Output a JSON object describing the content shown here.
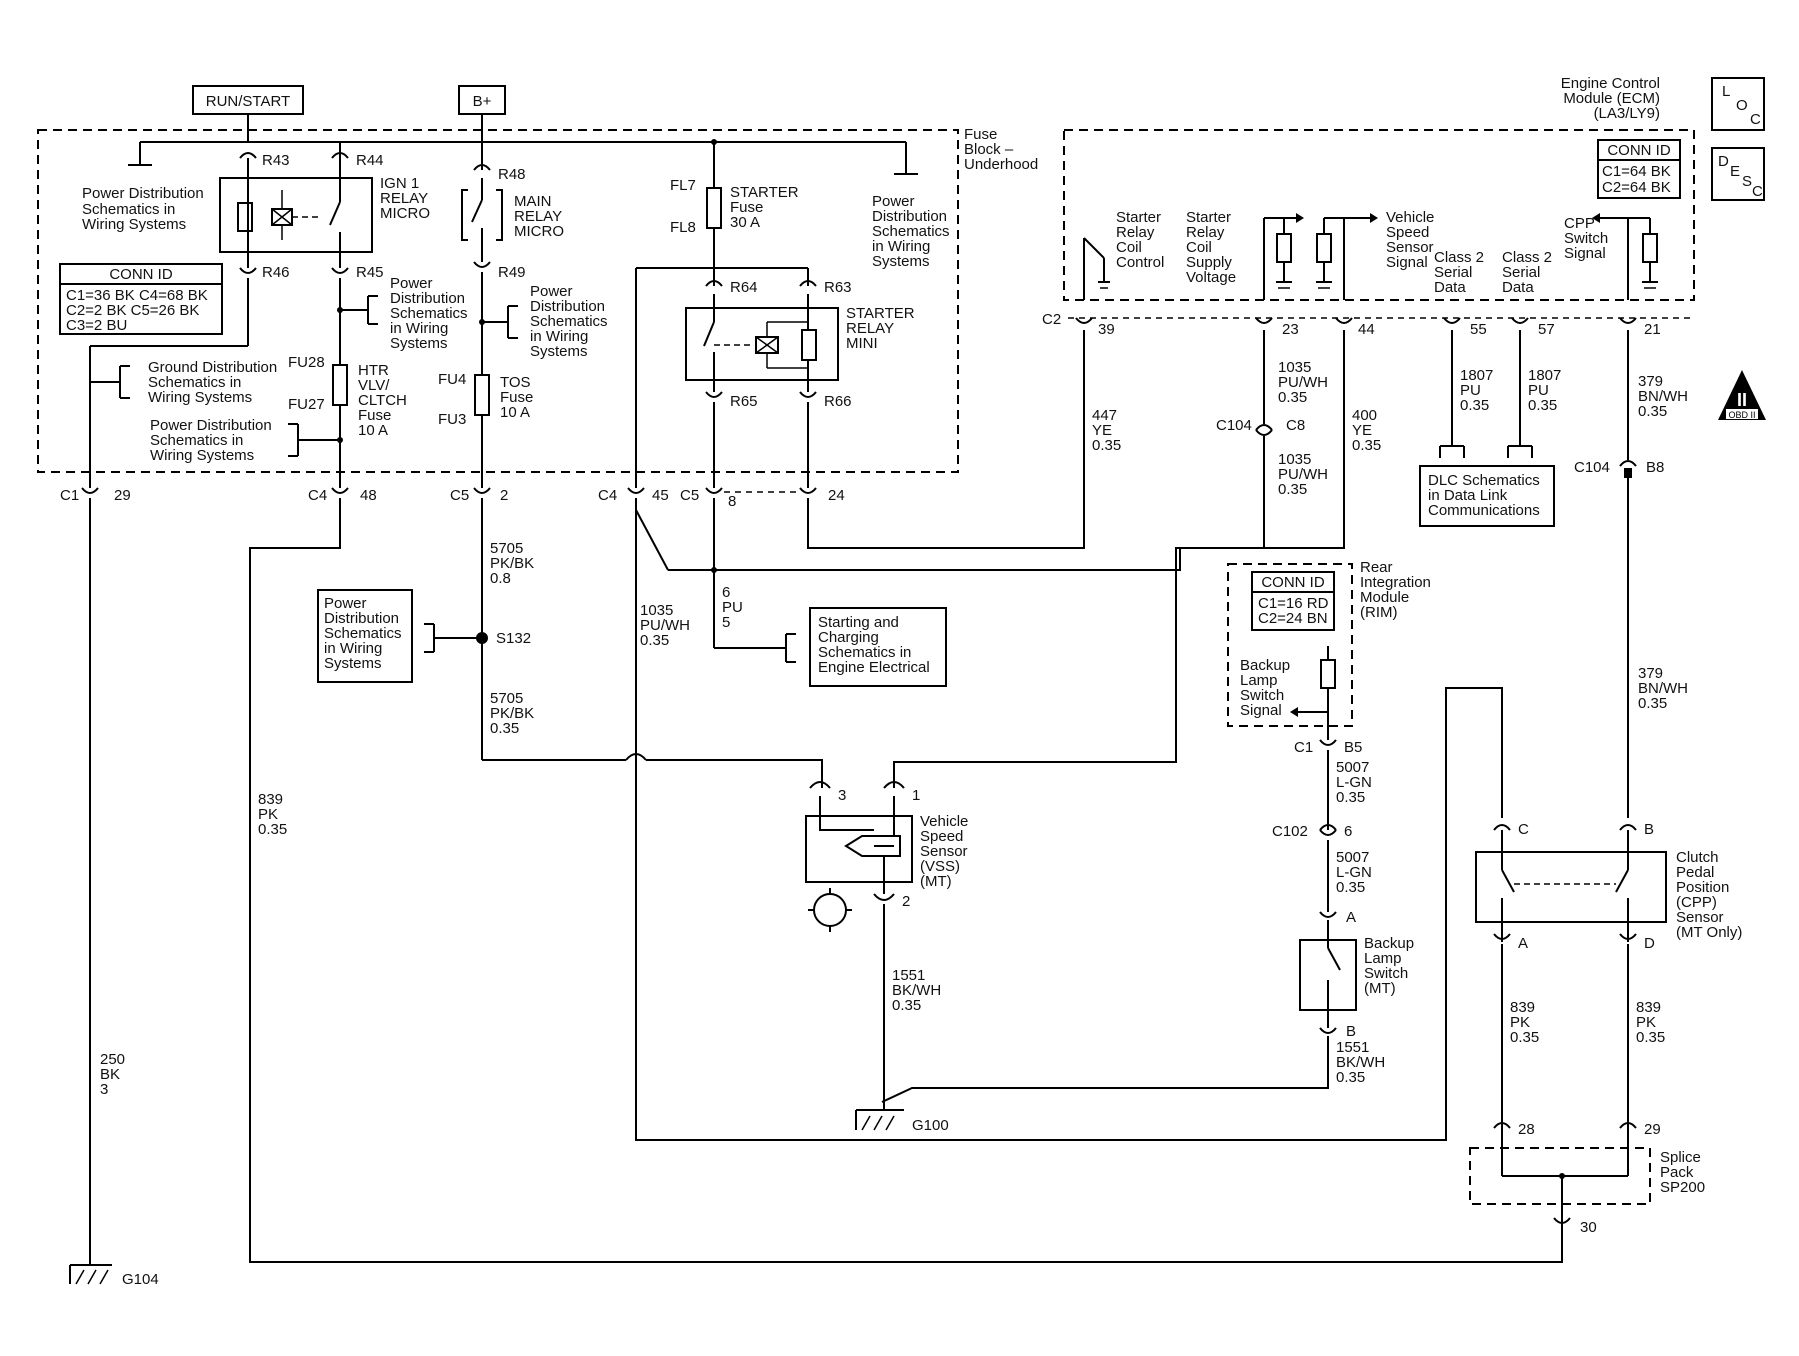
{
  "power_labels": {
    "run_start": "RUN/START",
    "bplus": "B+"
  },
  "fuse_block": {
    "title": [
      "Fuse",
      "Block –",
      "Underhood"
    ],
    "pins": {
      "r43": "R43",
      "r44": "R44",
      "r46": "R46",
      "r45": "R45",
      "r48": "R48",
      "r49": "R49",
      "r64": "R64",
      "r63": "R63",
      "r65": "R65",
      "r66": "R66",
      "fl7": "FL7",
      "fl8": "FL8",
      "fu28": "FU28",
      "fu27": "FU27",
      "fu4": "FU4",
      "fu3": "FU3"
    },
    "ign_relay": [
      "IGN 1",
      "RELAY",
      "MICRO"
    ],
    "main_relay": [
      "MAIN",
      "RELAY",
      "MICRO"
    ],
    "starter_fuse": [
      "STARTER",
      "Fuse",
      "30 A"
    ],
    "starter_relay": [
      "STARTER",
      "RELAY",
      "MINI"
    ],
    "htr_fuse": [
      "HTR",
      "VLV/",
      "CLTCH",
      "Fuse",
      "10 A"
    ],
    "tos_fuse": [
      "TOS",
      "Fuse",
      "10 A"
    ],
    "conn_id": {
      "title": "CONN ID",
      "rows": [
        "C1=36 BK  C4=68 BK",
        "C2=2 BK   C5=26 BK",
        "C3=2 BU"
      ]
    }
  },
  "refs": {
    "pd_top_left": [
      "Power Distribution",
      "Schematics in",
      "Wiring Systems"
    ],
    "pd_right": [
      "Power",
      "Distribution",
      "Schematics",
      "in Wiring",
      "Systems"
    ],
    "pd_mid": [
      "Power",
      "Distribution",
      "Schematics",
      "in Wiring",
      "Systems"
    ],
    "pd_main": [
      "Power",
      "Distribution",
      "Schematics",
      "in Wiring",
      "Systems"
    ],
    "ground_dist": [
      "Ground Distribution",
      "Schematics in",
      "Wiring Systems"
    ],
    "pd_lower": [
      "Power Distribution",
      "Schematics in",
      "Wiring Systems"
    ],
    "pd_s132": [
      "Power",
      "Distribution",
      "Schematics",
      "in Wiring",
      "Systems"
    ],
    "starting": [
      "Starting and",
      "Charging",
      "Schematics in",
      "Engine Electrical"
    ],
    "dlc": [
      "DLC Schematics",
      "in Data Link",
      "Communications"
    ]
  },
  "ecm": {
    "title": [
      "Engine Control",
      "Module (ECM)",
      "(LA3/LY9)"
    ],
    "conn_id": {
      "title": "CONN ID",
      "rows": [
        "C1=64 BK",
        "C2=64 BK"
      ]
    },
    "loc": [
      "L",
      "O",
      "C"
    ],
    "desc": [
      "D",
      "E",
      "S",
      "C"
    ],
    "signals": {
      "starter_ctrl": [
        "Starter",
        "Relay",
        "Coil",
        "Control"
      ],
      "starter_supply": [
        "Starter",
        "Relay",
        "Coil",
        "Supply",
        "Voltage"
      ],
      "vss_signal": [
        "Vehicle",
        "Speed",
        "Sensor",
        "Signal"
      ],
      "class2_a": [
        "Class 2",
        "Serial",
        "Data"
      ],
      "class2_b": [
        "Class 2",
        "Serial",
        "Data"
      ],
      "cpp_signal": [
        "CPP",
        "Switch",
        "Signal"
      ]
    },
    "connector": "C2",
    "pins": {
      "p39": "39",
      "p23": "23",
      "p44": "44",
      "p55": "55",
      "p57": "57",
      "p21": "21"
    }
  },
  "connectors": {
    "c1_29": {
      "name": "C1",
      "pin": "29"
    },
    "c4_48": {
      "name": "C4",
      "pin": "48"
    },
    "c5_2": {
      "name": "C5",
      "pin": "2"
    },
    "c4_45": {
      "name": "C4",
      "pin": "45"
    },
    "c5_8": {
      "name": "C5",
      "pin": "8"
    },
    "c5_24": {
      "pin": "24"
    },
    "c104_c8": {
      "name": "C104",
      "pin": "C8"
    },
    "c104_b8": {
      "name": "C104",
      "pin": "B8"
    },
    "c1_b5": {
      "name": "C1",
      "pin": "B5"
    },
    "c102_6": {
      "name": "C102",
      "pin": "6"
    }
  },
  "wires": {
    "w250": [
      "250",
      "BK",
      "3"
    ],
    "w839_left": [
      "839",
      "PK",
      "0.35"
    ],
    "w5705_top": [
      "5705",
      "PK/BK",
      "0.8"
    ],
    "w5705_bot": [
      "5705",
      "PK/BK",
      "0.35"
    ],
    "w1035_left": [
      "1035",
      "PU/WH",
      "0.35"
    ],
    "w6": [
      "6",
      "PU",
      "5"
    ],
    "w447": [
      "447",
      "YE",
      "0.35"
    ],
    "w1035_top": [
      "1035",
      "PU/WH",
      "0.35"
    ],
    "w1035_mid": [
      "1035",
      "PU/WH",
      "0.35"
    ],
    "w400": [
      "400",
      "YE",
      "0.35"
    ],
    "w1807_a": [
      "1807",
      "PU",
      "0.35"
    ],
    "w1807_b": [
      "1807",
      "PU",
      "0.35"
    ],
    "w379_top": [
      "379",
      "BN/WH",
      "0.35"
    ],
    "w379_bot": [
      "379",
      "BN/WH",
      "0.35"
    ],
    "w5007_top": [
      "5007",
      "L-GN",
      "0.35"
    ],
    "w5007_bot": [
      "5007",
      "L-GN",
      "0.35"
    ],
    "w1551_vss": [
      "1551",
      "BK/WH",
      "0.35"
    ],
    "w1551_bl": [
      "1551",
      "BK/WH",
      "0.35"
    ],
    "w839_a": [
      "839",
      "PK",
      "0.35"
    ],
    "w839_d": [
      "839",
      "PK",
      "0.35"
    ]
  },
  "splice_s132": "S132",
  "vss": {
    "title": [
      "Vehicle",
      "Speed",
      "Sensor",
      "(VSS)",
      "(MT)"
    ],
    "pins": {
      "p3": "3",
      "p1": "1",
      "p2": "2"
    }
  },
  "rim": {
    "title": [
      "Rear",
      "Integration",
      "Module",
      "(RIM)"
    ],
    "conn_id": {
      "title": "CONN ID",
      "rows": [
        "C1=16 RD",
        "C2=24 BN"
      ]
    },
    "signal": [
      "Backup",
      "Lamp",
      "Switch",
      "Signal"
    ]
  },
  "backup_switch": {
    "title": [
      "Backup",
      "Lamp",
      "Switch",
      "(MT)"
    ],
    "pins": {
      "a": "A",
      "b": "B"
    }
  },
  "cpp": {
    "title": [
      "Clutch",
      "Pedal",
      "Position",
      "(CPP)",
      "Sensor",
      "(MT Only)"
    ],
    "pins": {
      "c": "C",
      "b": "B",
      "a": "A",
      "d": "D"
    }
  },
  "splice_pack": {
    "title": [
      "Splice",
      "Pack",
      "SP200"
    ],
    "pins": {
      "p28": "28",
      "p29": "29",
      "p30": "30"
    }
  },
  "grounds": {
    "g100": "G100",
    "g104": "G104"
  },
  "obd_badge": {
    "numeral": "II",
    "label": "OBD II"
  }
}
